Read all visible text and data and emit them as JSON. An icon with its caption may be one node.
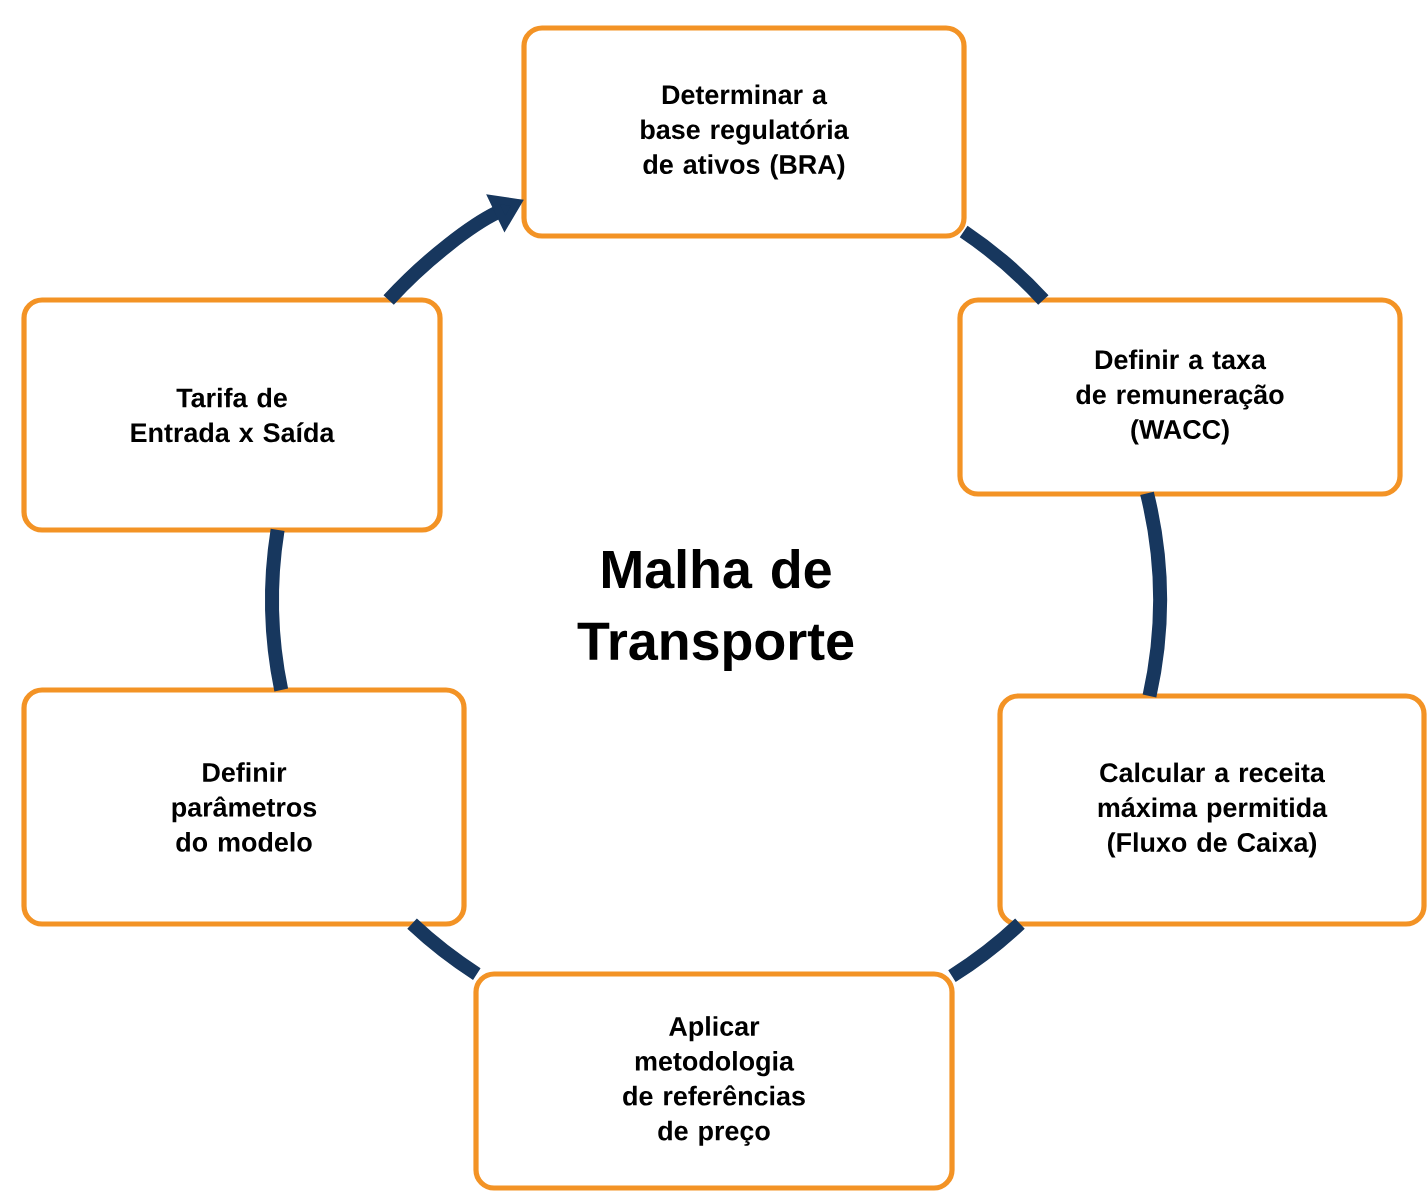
{
  "diagram": {
    "nodes": [
      {
        "text": [
          "Determinar a base regulatória de ativos (BRA)"
        ]
      },
      {
        "text": [
          "Definir a taxa de remuneração (WACC)"
        ]
      },
      {
        "text": [
          "Calcular a receita máxima permitida (Fluxo de Caixa)"
        ]
      },
      {
        "text": [
          "Aplicar metodologia de referências de preço"
        ]
      },
      {
        "text": [
          "Definir parâmetros do modelo"
        ]
      },
      {
        "text": [
          "Tarifa de Entrada x Saída"
        ]
      }
    ],
    "edges": [
      {
        "from": 0,
        "to": 1,
        "arrow": "none"
      },
      {
        "from": 1,
        "to": 2,
        "arrow": "none"
      },
      {
        "from": 2,
        "to": 3,
        "arrow": "none"
      },
      {
        "from": 3,
        "to": 4,
        "arrow": "none"
      },
      {
        "from": 4,
        "to": 5,
        "arrow": "none"
      },
      {
        "from": 5,
        "to": 0,
        "arrow": "to"
      }
    ],
    "labels": [
      "Malha de Transporte"
    ]
  }
}
